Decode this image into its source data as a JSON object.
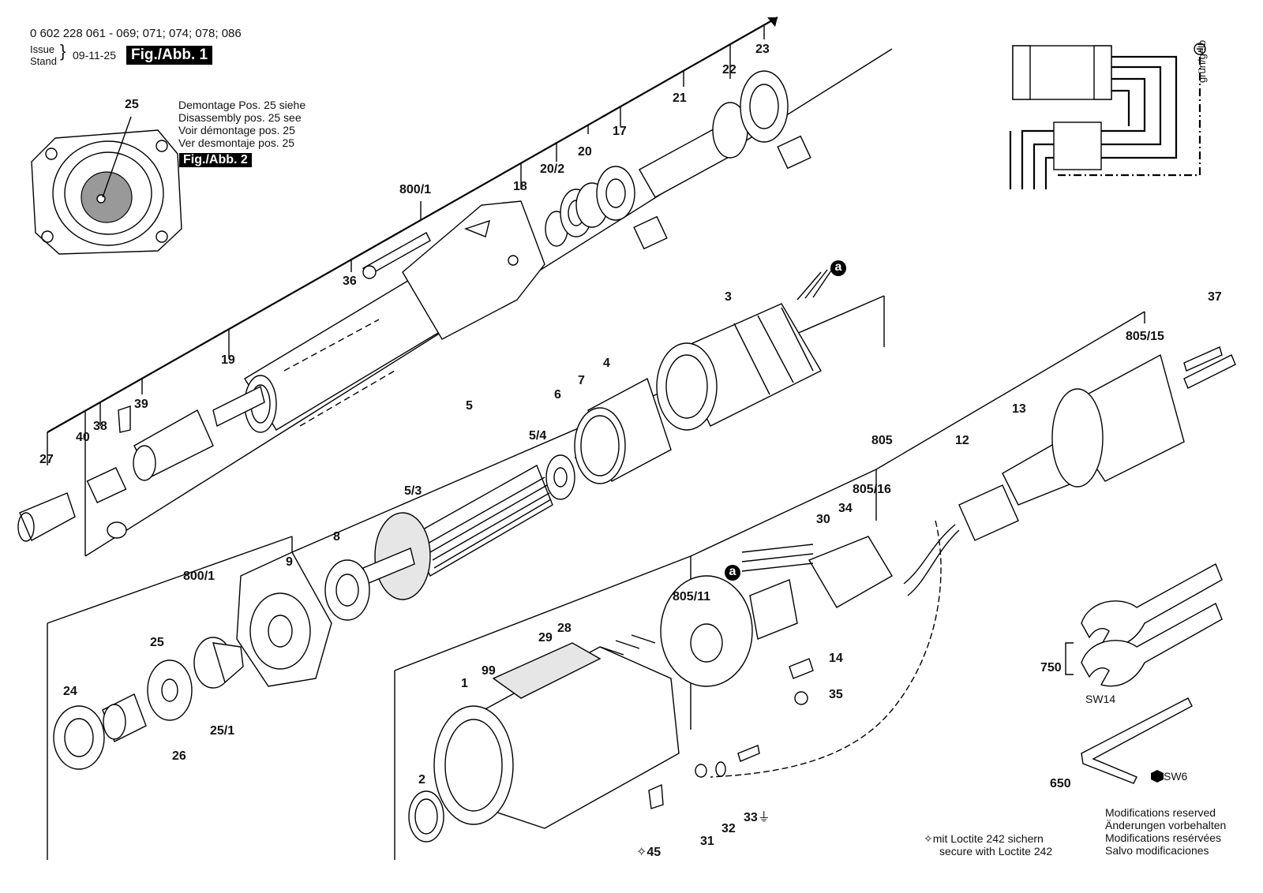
{
  "header": {
    "part_numbers": "0 602 228 061 - 069; 071; 074; 078; 086",
    "issue_label": "Issue",
    "stand_label": "Stand",
    "date": "09-11-25",
    "fig1_label": "Fig./Abb. 1"
  },
  "disassembly_note": {
    "lines": [
      "Demontage Pos. 25 siehe",
      "Disassembly pos. 25 see",
      "Voir démontage pos. 25",
      "Ver desmontaje pos. 25"
    ],
    "fig2_label": "Fig./Abb. 2"
  },
  "wiring": {
    "ground_label": "grün/gelb"
  },
  "callouts": {
    "c25_top": "25",
    "c800_1_top": "800/1",
    "c36": "36",
    "c18": "18",
    "c20_2": "20/2",
    "c20": "20",
    "c17": "17",
    "c21": "21",
    "c22": "22",
    "c23": "23",
    "c19": "19",
    "c39": "39",
    "c38": "38",
    "c40": "40",
    "c27": "27",
    "c5": "5",
    "c5_3": "5/3",
    "c5_4": "5/4",
    "c6": "6",
    "c7": "7",
    "c4": "4",
    "c3": "3",
    "c_a1": "a",
    "c8": "8",
    "c9": "9",
    "c800_1_low": "800/1",
    "c25_low": "25",
    "c24": "24",
    "c26": "26",
    "c25_1": "25/1",
    "c37": "37",
    "c805_15": "805/15",
    "c13": "13",
    "c805": "805",
    "c12": "12",
    "c805_16": "805/16",
    "c30": "30",
    "c34": "34",
    "c_a2": "a",
    "c805_11": "805/11",
    "c14": "14",
    "c35": "35",
    "c29": "29",
    "c28": "28",
    "c99": "99",
    "c1": "1",
    "c2": "2",
    "c45": "45",
    "c31": "31",
    "c32": "32",
    "c33": "33",
    "c750": "750",
    "c_sw14": "SW14",
    "c650": "650",
    "c_sw6": "SW6"
  },
  "loctite_note": {
    "line1": "mit Loctite 242 sichern",
    "line2": "secure with Loctite 242"
  },
  "modifications_note": {
    "lines": [
      "Modifications reserved",
      "Änderungen vorbehalten",
      "Modifications resérvées",
      "Salvo modificaciones"
    ]
  }
}
